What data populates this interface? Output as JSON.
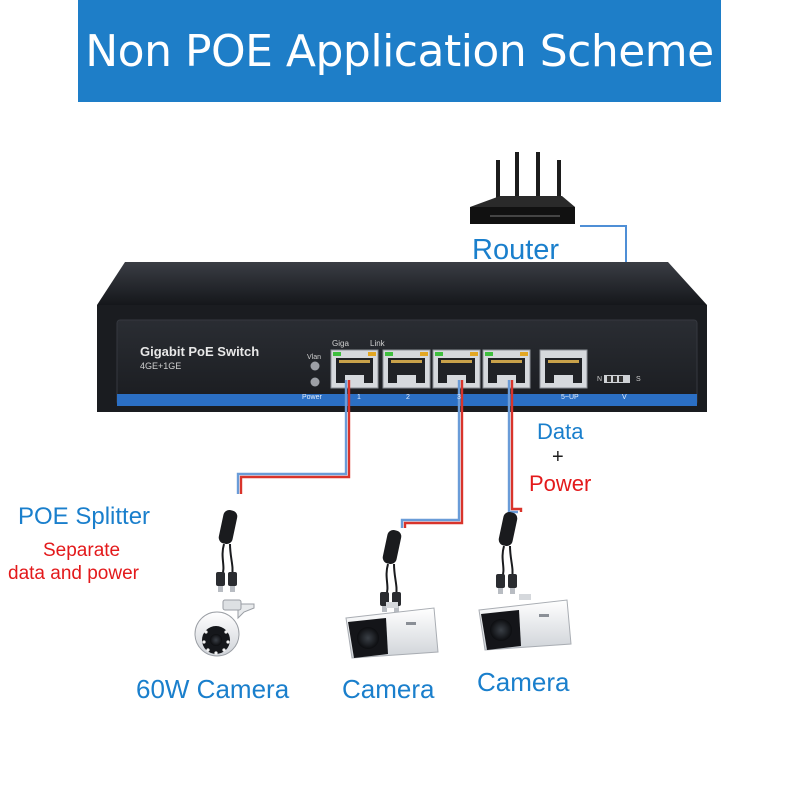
{
  "title": "Non POE Application Scheme",
  "colors": {
    "banner": "#1e7ec8",
    "blue_text": "#1a7fcc",
    "red_text": "#e3191b",
    "switch_body": "#1b1d22",
    "stripe": "#2b6fc4",
    "red_cable": "#d9342b",
    "blue_cable": "#6a9cd8"
  },
  "router": {
    "label": "Router",
    "icon": "router-icon"
  },
  "switch": {
    "brand": "Gigabit PoE Switch",
    "model": "4GE+1GE",
    "header_giga": "Giga",
    "header_link": "Link",
    "vlan_label": "Vlan",
    "power_label": "Power",
    "port_labels": [
      "1",
      "2",
      "3",
      "5~UP"
    ],
    "dip_n": "N",
    "dip_s": "S",
    "dip_v": "V"
  },
  "annotations": {
    "data": "Data",
    "plus": "+",
    "power": "Power",
    "splitter_title": "POE Splitter",
    "splitter_desc1": "Separate",
    "splitter_desc2": "data and power"
  },
  "cameras": [
    {
      "label": "60W Camera",
      "icon": "ptz-camera-icon"
    },
    {
      "label": "Camera",
      "icon": "bullet-camera-icon"
    },
    {
      "label": "Camera",
      "icon": "bullet-camera-icon"
    }
  ]
}
